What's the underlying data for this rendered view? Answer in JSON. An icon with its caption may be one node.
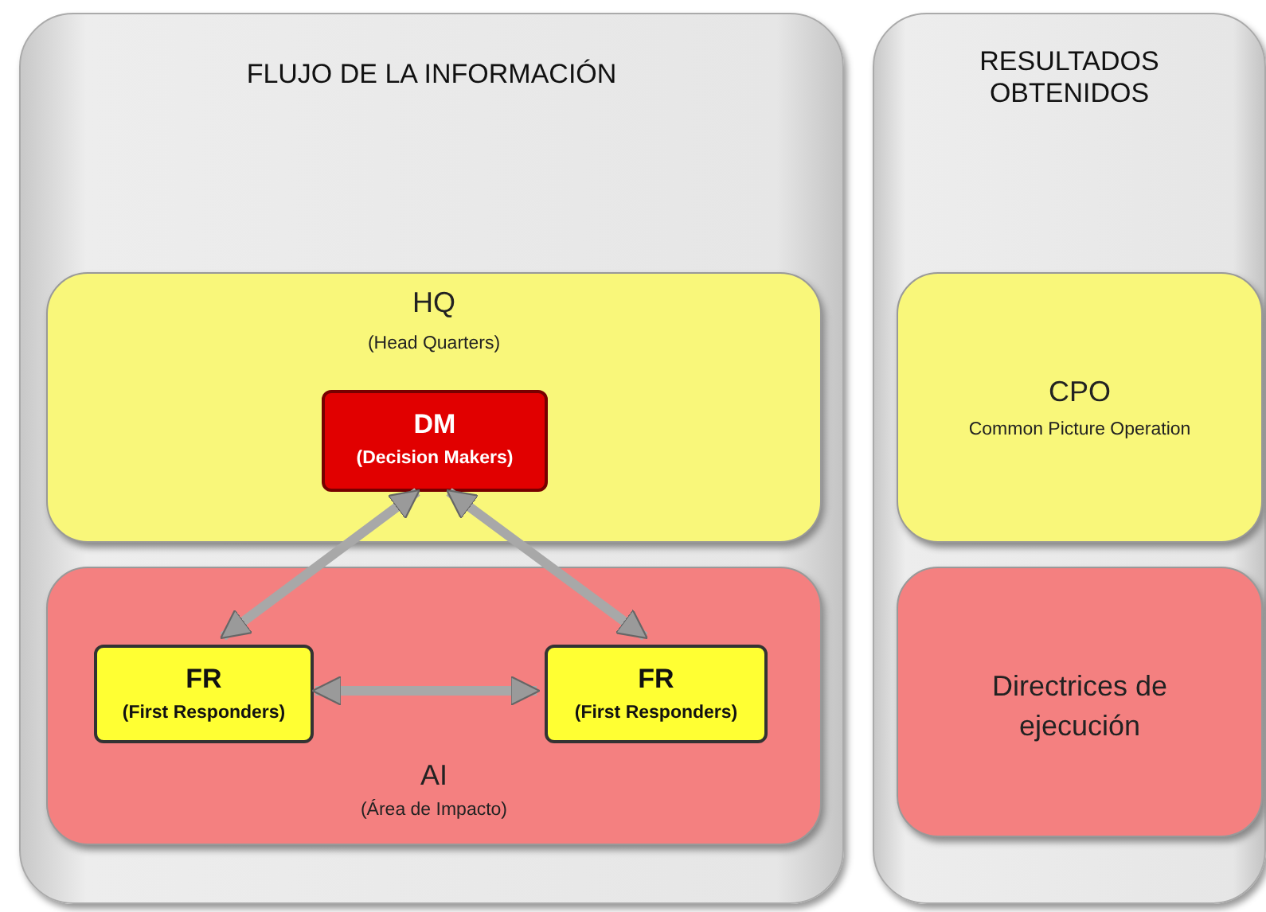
{
  "diagram": {
    "nodes": [
      {
        "text": [
          "FLUJO DE LA INFORMACIÓN"
        ]
      },
      {
        "text": [
          "HQ",
          "(Head Quarters)"
        ],
        "in": 0
      },
      {
        "text": [
          "DM",
          "(Decision Makers)"
        ],
        "in": 1
      },
      {
        "text": [
          "AI",
          "(Área de Impacto)"
        ],
        "in": 0
      },
      {
        "text": [
          "FR",
          "(First Responders)"
        ],
        "in": 3
      },
      {
        "text": [
          "FR",
          "(First Responders)"
        ],
        "in": 3
      },
      {
        "text": [
          "RESULTADOS OBTENIDOS"
        ]
      },
      {
        "text": [
          "CPO",
          "Common Picture Operation"
        ],
        "in": 6
      },
      {
        "text": [
          "Directrices de ejecución"
        ],
        "in": 6
      }
    ],
    "edges": [
      {
        "from": 2,
        "to": 4,
        "arrow": "both"
      },
      {
        "from": 2,
        "to": 5,
        "arrow": "both"
      },
      {
        "from": 4,
        "to": 5,
        "arrow": "both"
      }
    ]
  }
}
